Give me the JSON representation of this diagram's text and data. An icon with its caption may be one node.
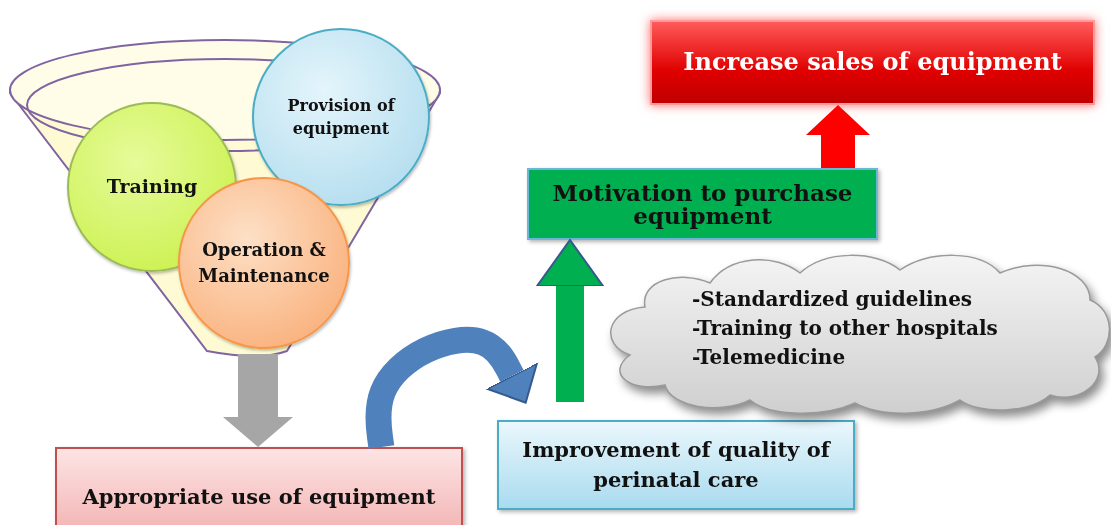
{
  "diagram": {
    "nodes": [
      {
        "text": [],
        "shape": "funnel"
      },
      {
        "text": [
          "Training"
        ],
        "in": 0
      },
      {
        "text": [
          "Provision of equipment"
        ],
        "in": 0
      },
      {
        "text": [
          "Operation & Maintenance"
        ],
        "in": 0
      },
      {
        "text": [
          "Appropriate use of equipment"
        ]
      },
      {
        "text": [
          "Improvement of quality of perinatal care"
        ]
      },
      {
        "text": [
          "Motivation to purchase equipment"
        ]
      },
      {
        "text": [
          "Increase sales of equipment"
        ]
      },
      {
        "text": [
          "-Standardized guidelines",
          "-Training to other hospitals",
          "-Telemedicine"
        ]
      }
    ],
    "edges": [
      {
        "from": 0,
        "to": 4,
        "arrow": "to",
        "color": "#a6a6a6"
      },
      {
        "from": 4,
        "to": 5,
        "arrow": "to",
        "color": "#4f81bd"
      },
      {
        "from": 5,
        "to": 6,
        "arrow": "to",
        "color": "#00b050"
      },
      {
        "from": 6,
        "to": 7,
        "arrow": "to",
        "color": "#ff0000"
      }
    ]
  }
}
